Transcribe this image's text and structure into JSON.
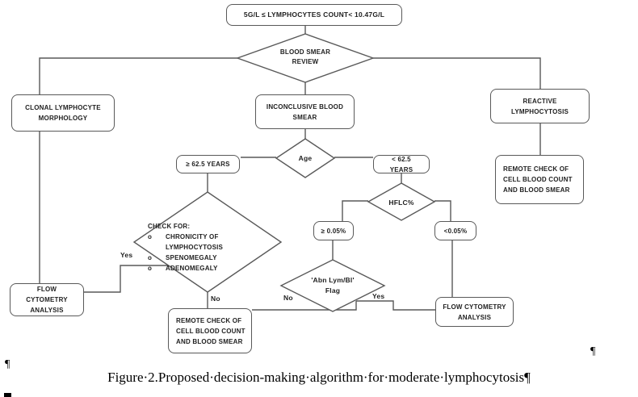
{
  "colors": {
    "line": "#595959",
    "text": "#1f1f1f",
    "background": "#ffffff"
  },
  "flowchart": {
    "range_box": "5G/L ≤ LYMPHOCYTES COUNT< 10.47G/L",
    "review_diamond": "BLOOD SMEAR REVIEW",
    "clonal_box": "CLONAL LYMPHOCYTE MORPHOLOGY",
    "inconclusive_box": "INCONCLUSIVE BLOOD SMEAR",
    "reactive_box": "REACTIVE LYMPHOCYTOSIS",
    "remote_check_right_box": "REMOTE CHECK OF CELL BLOOD COUNT AND BLOOD SMEAR",
    "age_diamond": "Age",
    "ge_years_box": "≥ 62.5 YEARS",
    "lt_years_box": "< 62.5 YEARS",
    "check_diamond": {
      "title": "CHECK FOR:",
      "bullet": "o",
      "items": [
        "CHRONICITY OF LYMPHOCYTOSIS",
        "SPENOMEGALY",
        "ADENOMEGALY"
      ]
    },
    "hflc_diamond": "HFLC%",
    "ge_pct_box": "≥ 0.05%",
    "lt_pct_box": "<0.05%",
    "abn_diamond": "'Abn Lym/Bl' Flag",
    "flow_left_box": "FLOW CYTOMETRY ANALYSIS",
    "remote_check_mid_box": "REMOTE CHECK OF CELL BLOOD COUNT AND BLOOD SMEAR",
    "flow_right_box": "FLOW CYTOMETRY ANALYSIS",
    "branch_labels": {
      "check_yes": "Yes",
      "check_no": "No",
      "abn_no": "No",
      "abn_yes": "Yes"
    }
  },
  "caption": "Figure·2.Proposed·decision-making·algorithm·for·moderate·lymphocytosis¶",
  "formatting_marks": {
    "pilcrow_left": "¶",
    "pilcrow_right": "¶"
  }
}
